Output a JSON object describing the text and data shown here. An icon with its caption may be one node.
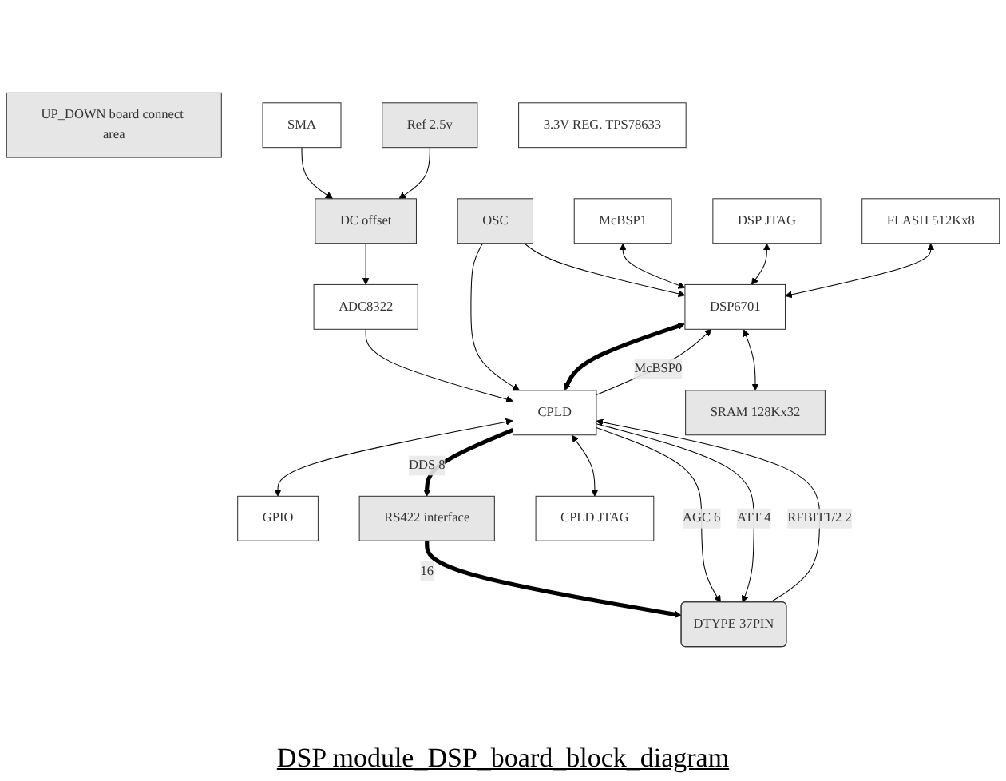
{
  "diagram": {
    "caption": "DSP module_DSP_board_block_diagram",
    "nodes": [
      {
        "text": [
          "UP_DOWN board connect area"
        ]
      },
      {
        "text": [
          "SMA"
        ]
      },
      {
        "text": [
          "DC offset"
        ]
      },
      {
        "text": [
          "Ref 2.5v"
        ]
      },
      {
        "text": [
          "McBSP1"
        ]
      },
      {
        "text": [
          "ADC8322"
        ]
      },
      {
        "text": [
          "GPIO"
        ]
      },
      {
        "text": [
          "OSC"
        ]
      },
      {
        "text": [
          "DSP JTAG"
        ]
      },
      {
        "text": [
          "FLASH 512Kx8"
        ]
      },
      {
        "text": [
          "DSP6701"
        ]
      },
      {
        "text": [
          "CPLD"
        ]
      },
      {
        "text": [
          "RS422 interface"
        ]
      },
      {
        "text": [
          "DTYPE 37PIN"
        ]
      },
      {
        "text": [
          "SRAM 128Kx32"
        ]
      },
      {
        "text": [
          "CPLD JTAG"
        ]
      },
      {
        "text": [
          "3.3V REG. TPS78633"
        ]
      }
    ],
    "edges": [
      {
        "from": 1,
        "to": 2,
        "arrow": "to"
      },
      {
        "from": 3,
        "to": 2,
        "arrow": "to"
      },
      {
        "from": 2,
        "to": 5,
        "arrow": "to"
      },
      {
        "from": 5,
        "to": 11,
        "arrow": "to"
      },
      {
        "from": 11,
        "to": 6,
        "arrow": "both"
      },
      {
        "from": 7,
        "to": 10,
        "arrow": "to"
      },
      {
        "from": 7,
        "to": 11,
        "arrow": "to"
      },
      {
        "from": 4,
        "to": 10,
        "arrow": "both"
      },
      {
        "from": 8,
        "to": 10,
        "arrow": "both"
      },
      {
        "from": 9,
        "to": 10,
        "arrow": "both"
      },
      {
        "from": 11,
        "to": 10,
        "arrow": "to",
        "label": "McBSP0"
      },
      {
        "from": 10,
        "to": 11,
        "arrow": "both",
        "style": "thick"
      },
      {
        "from": 11,
        "to": 12,
        "arrow": "to",
        "style": "thick",
        "label": "DDS 8"
      },
      {
        "from": 12,
        "to": 13,
        "arrow": "to",
        "style": "thick",
        "label": "16"
      },
      {
        "from": 10,
        "to": 14,
        "arrow": "both"
      },
      {
        "from": 11,
        "to": 15,
        "arrow": "both"
      },
      {
        "from": 11,
        "to": 13,
        "arrow": "to",
        "label": "AGC 6"
      },
      {
        "from": 11,
        "to": 13,
        "arrow": "to",
        "label": "ATT 4"
      },
      {
        "from": 13,
        "to": 11,
        "arrow": "to",
        "label": "RFBIT1/2 2"
      }
    ]
  }
}
